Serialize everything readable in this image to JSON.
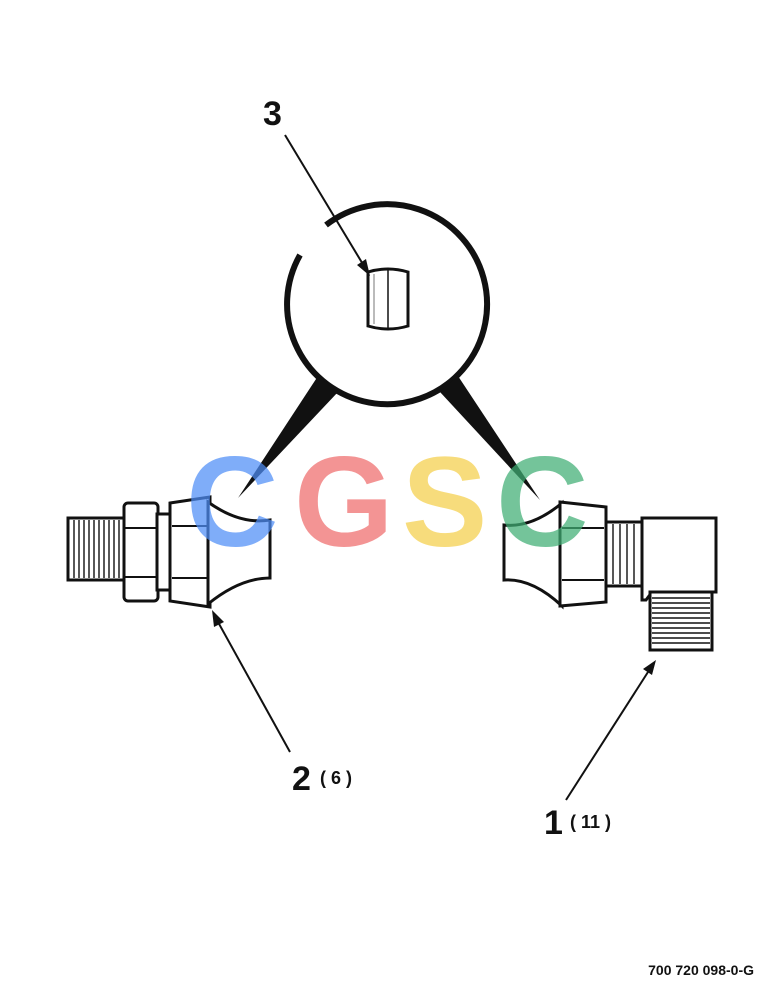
{
  "callouts": [
    {
      "number": "3",
      "qty": ""
    },
    {
      "number": "2",
      "qty": "( 6 )"
    },
    {
      "number": "1",
      "qty": "( 11 )"
    }
  ],
  "drawing_number": "700 720 098-0-G",
  "watermark": {
    "text": "CGSC",
    "colors": [
      "#4f8ef7",
      "#ef6b6b",
      "#f5cf4a",
      "#3fae74"
    ]
  }
}
